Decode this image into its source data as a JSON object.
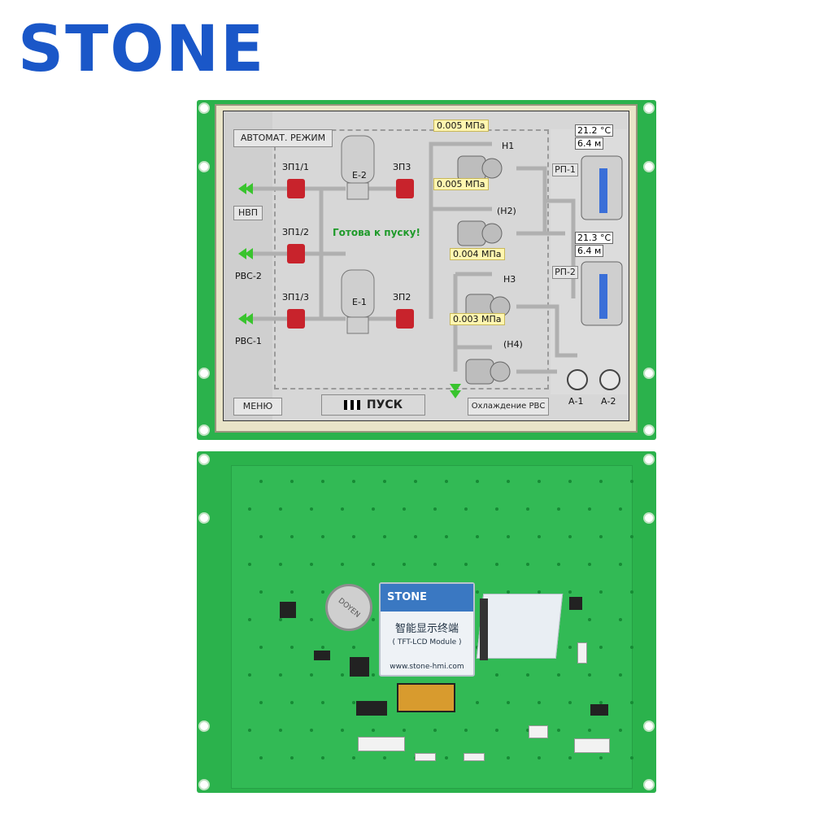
{
  "brand": {
    "name": "STONE",
    "color": "#1a57c8"
  },
  "hmi": {
    "mode_label": "АВТОМАТ. РЕЖИМ",
    "status_text": "Готова к пуску!",
    "menu_button": "МЕНЮ",
    "start_button": "ПУСК",
    "cooling_label": "Охлаждение РВС",
    "left_labels": {
      "nvp": "НВП",
      "rvs2": "РВС-2",
      "rvs1": "РВС-1"
    },
    "tanks": {
      "e2": "Е-2",
      "e1": "Е-1"
    },
    "valves": {
      "zp11": "ЗП1/1",
      "zp12": "ЗП1/2",
      "zp13": "ЗП1/3",
      "zp3": "ЗП3",
      "zp2": "ЗП2"
    },
    "pumps": {
      "h1": "Н1",
      "h2": "(Н2)",
      "h3": "Н3",
      "h4": "(Н4)"
    },
    "pressures": {
      "p1": "0.005  МПа",
      "p2": "0.005  МПа",
      "p3": "0.004  МПа",
      "p4": "0.003  МПа"
    },
    "rp": {
      "rp1": {
        "label": "РП-1",
        "temp": "21.2",
        "temp_unit": "°C",
        "level": "6.4",
        "level_unit": "м"
      },
      "rp2": {
        "label": "РП-2",
        "temp": "21.3",
        "temp_unit": "°C",
        "level": "6.4",
        "level_unit": "м"
      }
    },
    "aux_pumps": {
      "a1": "А-1",
      "a2": "А-2"
    }
  },
  "back": {
    "module_brand": "STONE",
    "module_title": "智能显示终端",
    "module_subtitle": "( TFT-LCD Module )",
    "module_url": "www.stone-hmi.com",
    "battery_text": "DOYEN"
  },
  "colors": {
    "pcb": "#2bb24c",
    "pipe": "#b8b8b8",
    "valve": "#c8232c",
    "arrow": "#39c42e"
  }
}
